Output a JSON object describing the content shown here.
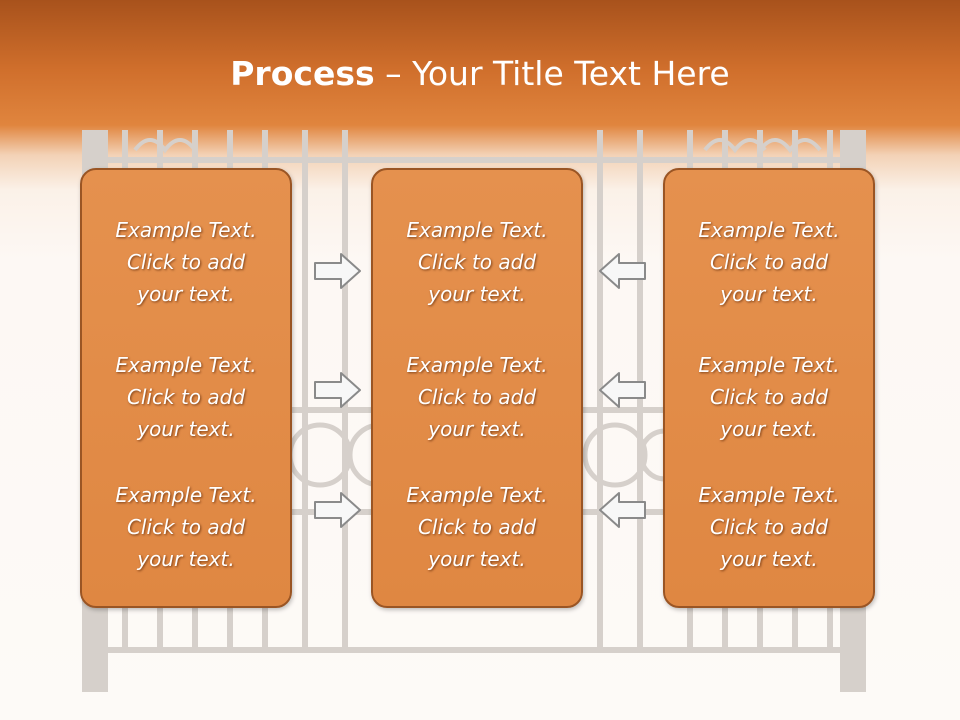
{
  "title": {
    "bold": "Process",
    "rest": " – Your Title Text Here"
  },
  "columns": [
    {
      "blocks": [
        {
          "line1": "Example Text.",
          "line2": "Click  to add",
          "line3": "your text."
        },
        {
          "line1": "Example Text.",
          "line2": "Click  to add",
          "line3": "your text."
        },
        {
          "line1": "Example Text.",
          "line2": "Click  to add",
          "line3": "your text."
        }
      ]
    },
    {
      "blocks": [
        {
          "line1": "Example Text.",
          "line2": "Click  to add",
          "line3": "your text."
        },
        {
          "line1": "Example Text.",
          "line2": "Click  to add",
          "line3": "your text."
        },
        {
          "line1": "Example Text.",
          "line2": "Click  to add",
          "line3": "your text."
        }
      ]
    },
    {
      "blocks": [
        {
          "line1": "Example Text.",
          "line2": "Click  to add",
          "line3": "your text."
        },
        {
          "line1": "Example Text.",
          "line2": "Click  to add",
          "line3": "your text."
        },
        {
          "line1": "Example Text.",
          "line2": "Click  to add",
          "line3": "your text."
        }
      ]
    }
  ],
  "arrows": {
    "left_group": "arrow-right-icon",
    "right_group": "arrow-left-icon"
  },
  "colors": {
    "header": "#d07030",
    "box_fill": "#e28b48",
    "box_border": "#9a5524",
    "gate": "#d6d0cb",
    "text": "#ffffff"
  }
}
